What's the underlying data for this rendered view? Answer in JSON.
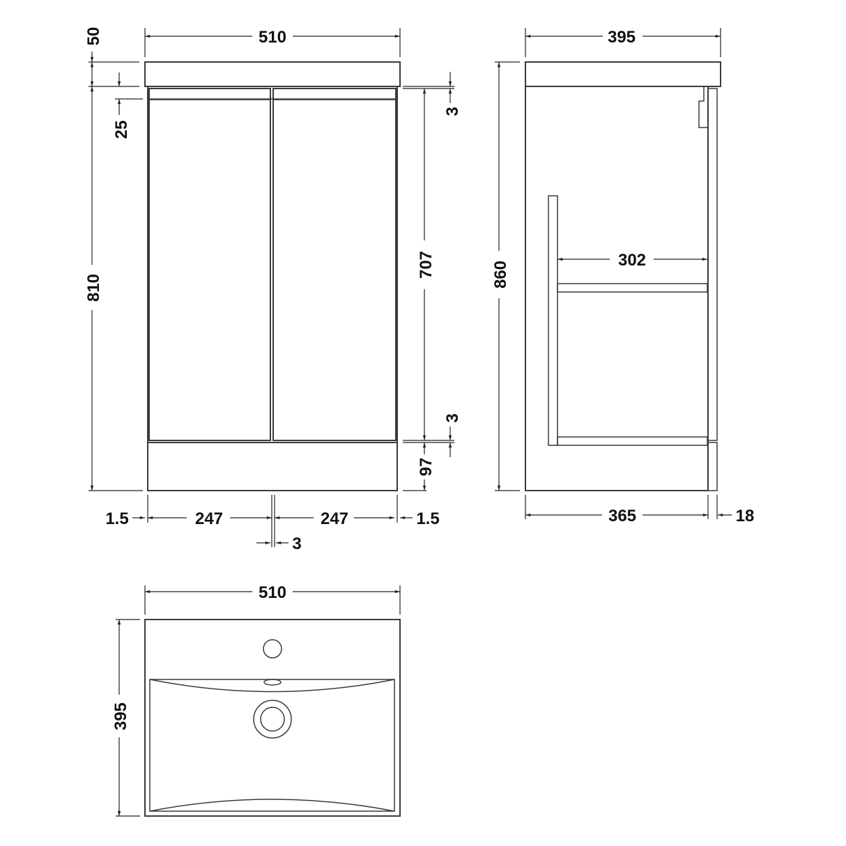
{
  "drawing": {
    "units": "mm",
    "front_view": {
      "overall_width": "510",
      "basin_top_height": "50",
      "top_rail": "25",
      "top_gap": "3",
      "door_height": "707",
      "bottom_gap": "3",
      "plinth_height": "97",
      "cabinet_height": "810",
      "left_edge": "1.5",
      "left_door_width": "247",
      "right_door_width": "247",
      "right_edge": "1.5",
      "door_gap": "3"
    },
    "side_view": {
      "overall_depth": "395",
      "overall_height": "860",
      "internal_depth": "302",
      "carcass_depth": "365",
      "door_thickness": "18"
    },
    "plan_view": {
      "width": "510",
      "depth": "395"
    }
  },
  "colors": {
    "line": "#3a3a3a",
    "text": "#111111",
    "background": "#ffffff"
  }
}
